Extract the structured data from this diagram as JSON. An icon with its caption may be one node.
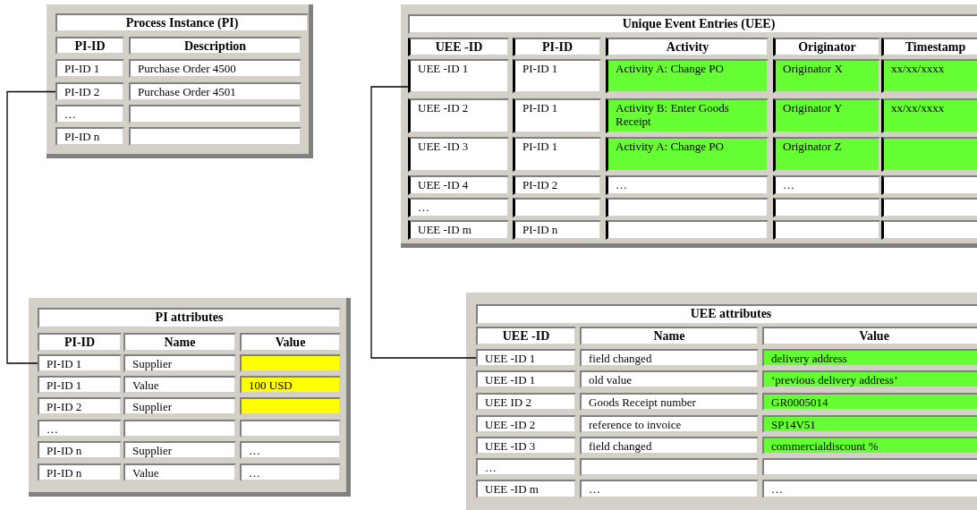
{
  "diagram": {
    "nodes": [
      {
        "text": [],
        "shape": "box"
      },
      {
        "text": [
          "Process Instance (PI)"
        ],
        "in": 0
      },
      {
        "text": [
          "PI-ID"
        ],
        "in": 0
      },
      {
        "text": [
          "Description"
        ],
        "in": 0
      },
      {
        "text": [
          "PI-ID 1"
        ],
        "in": 0
      },
      {
        "text": [
          "Purchase Order 4500"
        ],
        "in": 0
      },
      {
        "text": [
          "PI-ID 2"
        ],
        "in": 0
      },
      {
        "text": [
          "Purchase Order 4501"
        ],
        "in": 0
      },
      {
        "text": [
          "…"
        ],
        "in": 0
      },
      {
        "text": [],
        "shape": "box",
        "in": 0
      },
      {
        "text": [
          "PI-ID n"
        ],
        "in": 0
      },
      {
        "text": [],
        "shape": "box",
        "in": 0
      },
      {
        "text": [],
        "shape": "box"
      },
      {
        "text": [
          "Unique Event Entries (UEE)"
        ],
        "in": 12
      },
      {
        "text": [
          "UEE -ID"
        ],
        "in": 12
      },
      {
        "text": [
          "PI-ID"
        ],
        "in": 12
      },
      {
        "text": [
          "Activity"
        ],
        "in": 12
      },
      {
        "text": [
          "Originator"
        ],
        "in": 12
      },
      {
        "text": [
          "Timestamp"
        ],
        "in": 12
      },
      {
        "text": [
          "UEE -ID 1"
        ],
        "in": 12
      },
      {
        "text": [
          "PI-ID 1"
        ],
        "in": 12
      },
      {
        "text": [
          "Activity A: Change PO"
        ],
        "in": 12
      },
      {
        "text": [
          "Originator X"
        ],
        "in": 12
      },
      {
        "text": [
          "xx/xx/xxxx"
        ],
        "in": 12
      },
      {
        "text": [
          "UEE -ID 2"
        ],
        "in": 12
      },
      {
        "text": [
          "PI-ID 1"
        ],
        "in": 12
      },
      {
        "text": [
          "Activity B: Enter Goods Receipt"
        ],
        "in": 12
      },
      {
        "text": [
          "Originator Y"
        ],
        "in": 12
      },
      {
        "text": [
          "xx/xx/xxxx"
        ],
        "in": 12
      },
      {
        "text": [
          "UEE -ID 3"
        ],
        "in": 12
      },
      {
        "text": [
          "PI-ID 1"
        ],
        "in": 12
      },
      {
        "text": [
          "Activity A: Change PO"
        ],
        "in": 12
      },
      {
        "text": [
          "Originator Z"
        ],
        "in": 12
      },
      {
        "text": [],
        "shape": "box",
        "in": 12
      },
      {
        "text": [
          "UEE -ID 4"
        ],
        "in": 12
      },
      {
        "text": [
          "PI-ID 2"
        ],
        "in": 12
      },
      {
        "text": [
          "…"
        ],
        "in": 12
      },
      {
        "text": [
          "…"
        ],
        "in": 12
      },
      {
        "text": [],
        "shape": "box",
        "in": 12
      },
      {
        "text": [
          "…"
        ],
        "in": 12
      },
      {
        "text": [],
        "shape": "box",
        "in": 12
      },
      {
        "text": [],
        "shape": "box",
        "in": 12
      },
      {
        "text": [],
        "shape": "box",
        "in": 12
      },
      {
        "text": [],
        "shape": "box",
        "in": 12
      },
      {
        "text": [
          "UEE -ID m"
        ],
        "in": 12
      },
      {
        "text": [
          "PI-ID n"
        ],
        "in": 12
      },
      {
        "text": [],
        "shape": "box",
        "in": 12
      },
      {
        "text": [],
        "shape": "box",
        "in": 12
      },
      {
        "text": [],
        "shape": "box",
        "in": 12
      },
      {
        "text": [],
        "shape": "box"
      },
      {
        "text": [
          "PI attributes"
        ],
        "in": 49
      },
      {
        "text": [
          "PI-ID"
        ],
        "in": 49
      },
      {
        "text": [
          "Name"
        ],
        "in": 49
      },
      {
        "text": [
          "Value"
        ],
        "in": 49
      },
      {
        "text": [
          "PI-ID 1"
        ],
        "in": 49
      },
      {
        "text": [
          "Supplier"
        ],
        "in": 49
      },
      {
        "text": [],
        "shape": "box",
        "in": 49
      },
      {
        "text": [
          "PI-ID 1"
        ],
        "in": 49
      },
      {
        "text": [
          "Value"
        ],
        "in": 49
      },
      {
        "text": [
          "100 USD"
        ],
        "in": 49
      },
      {
        "text": [
          "PI-ID 2"
        ],
        "in": 49
      },
      {
        "text": [
          "Supplier"
        ],
        "in": 49
      },
      {
        "text": [],
        "shape": "box",
        "in": 49
      },
      {
        "text": [
          "…"
        ],
        "in": 49
      },
      {
        "text": [],
        "shape": "box",
        "in": 49
      },
      {
        "text": [],
        "shape": "box",
        "in": 49
      },
      {
        "text": [
          "PI-ID n"
        ],
        "in": 49
      },
      {
        "text": [
          "Supplier"
        ],
        "in": 49
      },
      {
        "text": [
          "…"
        ],
        "in": 49
      },
      {
        "text": [
          "PI-ID n"
        ],
        "in": 49
      },
      {
        "text": [
          "Value"
        ],
        "in": 49
      },
      {
        "text": [
          "…"
        ],
        "in": 49
      },
      {
        "text": [],
        "shape": "box"
      },
      {
        "text": [
          "UEE  attributes"
        ],
        "in": 72
      },
      {
        "text": [
          "UEE -ID"
        ],
        "in": 72
      },
      {
        "text": [
          "Name"
        ],
        "in": 72
      },
      {
        "text": [
          "Value"
        ],
        "in": 72
      },
      {
        "text": [
          "UEE -ID 1"
        ],
        "in": 72
      },
      {
        "text": [
          "field changed"
        ],
        "in": 72
      },
      {
        "text": [
          "delivery address"
        ],
        "in": 72
      },
      {
        "text": [
          "UEE -ID 1"
        ],
        "in": 72
      },
      {
        "text": [
          "old value"
        ],
        "in": 72
      },
      {
        "text": [
          "‘previous delivery address’"
        ],
        "in": 72
      },
      {
        "text": [
          "UEE ID 2"
        ],
        "in": 72
      },
      {
        "text": [
          "Goods Receipt number"
        ],
        "in": 72
      },
      {
        "text": [
          "GR0005014"
        ],
        "in": 72
      },
      {
        "text": [
          "UEE -ID 2"
        ],
        "in": 72
      },
      {
        "text": [
          "reference to invoice"
        ],
        "in": 72
      },
      {
        "text": [
          "SP14V51"
        ],
        "in": 72
      },
      {
        "text": [
          "UEE -ID 3"
        ],
        "in": 72
      },
      {
        "text": [
          "field changed"
        ],
        "in": 72
      },
      {
        "text": [
          "commercialdiscount %"
        ],
        "in": 72
      },
      {
        "text": [
          "…"
        ],
        "in": 72
      },
      {
        "text": [],
        "shape": "box",
        "in": 72
      },
      {
        "text": [],
        "shape": "box",
        "in": 72
      },
      {
        "text": [
          "UEE -ID m"
        ],
        "in": 72
      },
      {
        "text": [
          "…"
        ],
        "in": 72
      },
      {
        "text": [
          "…"
        ],
        "in": 72
      }
    ],
    "edges": [
      {
        "from": 6,
        "to": 54,
        "arrow": "none"
      },
      {
        "from": 19,
        "to": 77,
        "arrow": "none"
      }
    ]
  }
}
